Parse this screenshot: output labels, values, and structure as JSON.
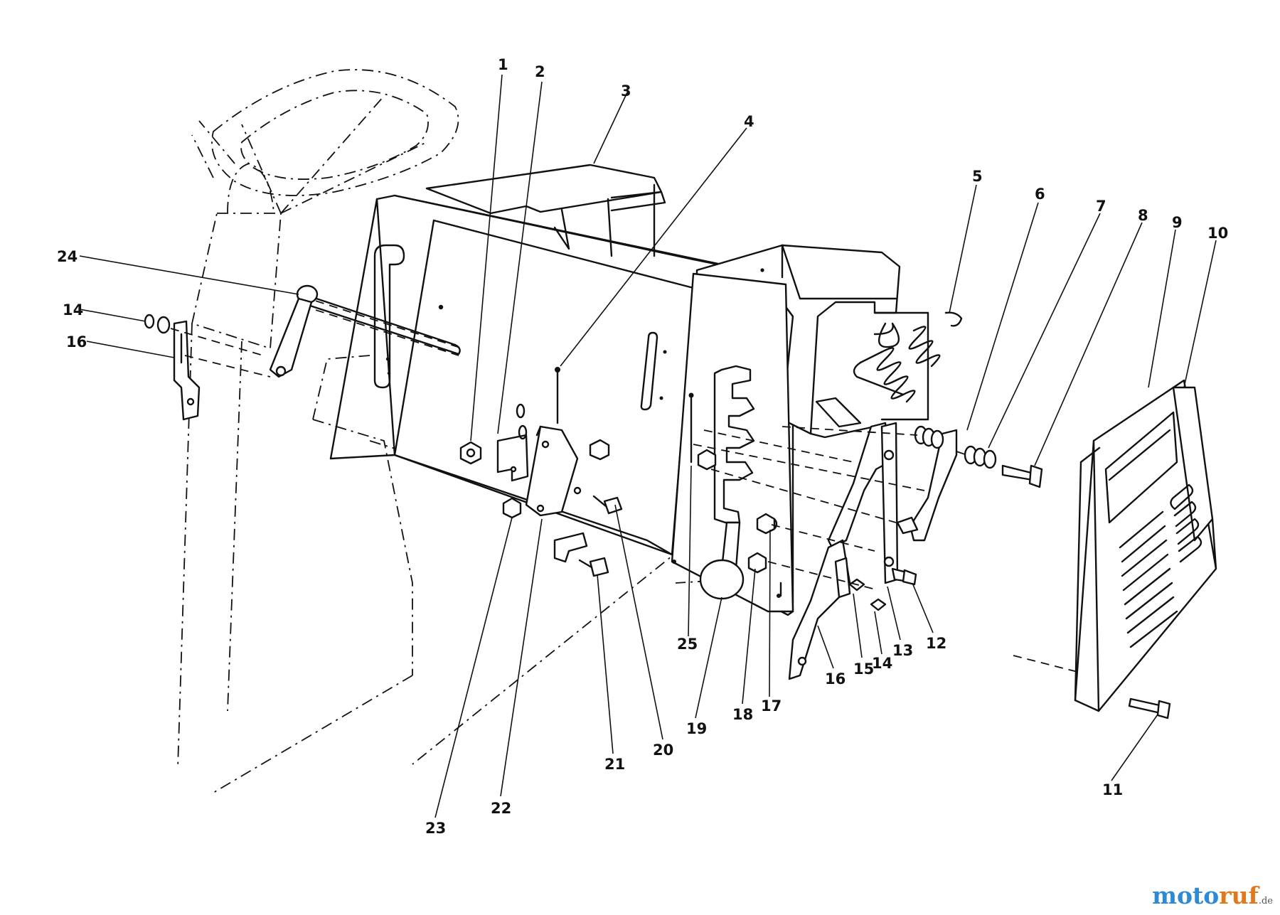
{
  "callouts": [
    {
      "id": "1",
      "label": "1"
    },
    {
      "id": "2",
      "label": "2"
    },
    {
      "id": "3",
      "label": "3"
    },
    {
      "id": "4",
      "label": "4"
    },
    {
      "id": "5",
      "label": "5"
    },
    {
      "id": "6",
      "label": "6"
    },
    {
      "id": "7",
      "label": "7"
    },
    {
      "id": "8",
      "label": "8"
    },
    {
      "id": "9",
      "label": "9"
    },
    {
      "id": "10",
      "label": "10"
    },
    {
      "id": "11",
      "label": "11"
    },
    {
      "id": "12",
      "label": "12"
    },
    {
      "id": "13",
      "label": "13"
    },
    {
      "id": "14a",
      "label": "14"
    },
    {
      "id": "14b",
      "label": "14"
    },
    {
      "id": "15",
      "label": "15"
    },
    {
      "id": "16a",
      "label": "16"
    },
    {
      "id": "16b",
      "label": "16"
    },
    {
      "id": "17",
      "label": "17"
    },
    {
      "id": "18",
      "label": "18"
    },
    {
      "id": "19",
      "label": "19"
    },
    {
      "id": "20",
      "label": "20"
    },
    {
      "id": "21",
      "label": "21"
    },
    {
      "id": "22",
      "label": "22"
    },
    {
      "id": "23",
      "label": "23"
    },
    {
      "id": "24",
      "label": "24"
    },
    {
      "id": "25",
      "label": "25"
    }
  ],
  "watermark": {
    "brand_part1": "moto",
    "brand_part2": "ruf",
    "tld": ".de"
  },
  "colors": {
    "line": "#111111",
    "paper": "#ffffff",
    "brand_blue": "#2f8ad6",
    "brand_orange": "#e0791c"
  }
}
